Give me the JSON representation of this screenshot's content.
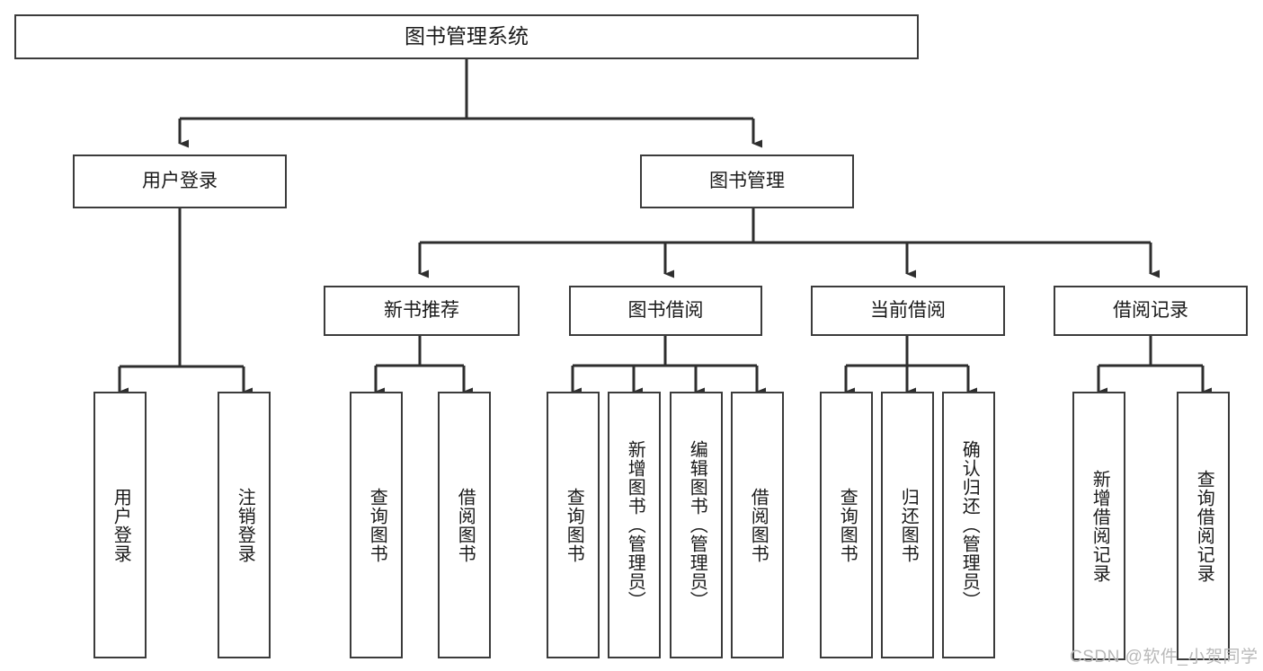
{
  "diagram": {
    "type": "tree",
    "title": "图书管理系统",
    "orientation": "top-down",
    "colors": {
      "box_border": "#3b3b3b",
      "box_fill": "#ffffff",
      "edge": "#2e2e2e",
      "text": "#1a1a1a",
      "watermark": "#b9b9b9"
    },
    "root": {
      "label": "图书管理系统"
    },
    "level1": [
      {
        "id": "user-login",
        "label": "用户登录"
      },
      {
        "id": "book-manage",
        "label": "图书管理"
      }
    ],
    "level2": [
      {
        "id": "new-book-rec",
        "label": "新书推荐",
        "parent": "book-manage"
      },
      {
        "id": "book-borrow",
        "label": "图书借阅",
        "parent": "book-manage"
      },
      {
        "id": "current-borrow",
        "label": "当前借阅",
        "parent": "book-manage"
      },
      {
        "id": "borrow-record",
        "label": "借阅记录",
        "parent": "book-manage"
      }
    ],
    "leaves": [
      {
        "id": "leaf-user-login",
        "label": "用户登录",
        "parent": "user-login"
      },
      {
        "id": "leaf-user-logout",
        "label": "注销登录",
        "parent": "user-login"
      },
      {
        "id": "leaf-query-book-1",
        "label": "查询图书",
        "parent": "new-book-rec"
      },
      {
        "id": "leaf-borrow-book-1",
        "label": "借阅图书",
        "parent": "new-book-rec"
      },
      {
        "id": "leaf-query-book-2",
        "label": "查询图书",
        "parent": "book-borrow"
      },
      {
        "id": "leaf-add-book",
        "label": "新增图书（管理员）",
        "parent": "book-borrow"
      },
      {
        "id": "leaf-edit-book",
        "label": "编辑图书（管理员）",
        "parent": "book-borrow"
      },
      {
        "id": "leaf-borrow-book-2",
        "label": "借阅图书",
        "parent": "book-borrow"
      },
      {
        "id": "leaf-query-book-3",
        "label": "查询图书",
        "parent": "current-borrow"
      },
      {
        "id": "leaf-return-book",
        "label": "归还图书",
        "parent": "current-borrow"
      },
      {
        "id": "leaf-confirm-return",
        "label": "确认归还（管理员）",
        "parent": "current-borrow"
      },
      {
        "id": "leaf-add-record",
        "label": "新增借阅记录",
        "parent": "borrow-record"
      },
      {
        "id": "leaf-query-record",
        "label": "查询借阅记录",
        "parent": "borrow-record"
      }
    ],
    "watermark": "CSDN @软件_小贺同学"
  }
}
